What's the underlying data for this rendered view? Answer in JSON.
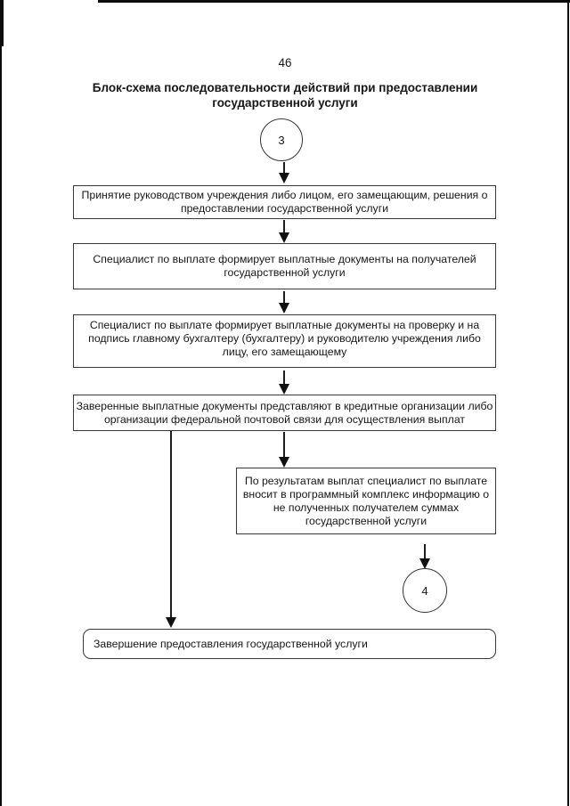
{
  "page": {
    "number": "46",
    "title": {
      "line1": "Блок-схема последовательности действий при предоставлении",
      "line2": "государственной услуги"
    }
  },
  "flow": {
    "start_connector": {
      "label": "3"
    },
    "end_connector": {
      "label": "4"
    },
    "boxes": [
      {
        "lines": [
          "Принятие руководством учреждения либо лицом, его замещающим, решения о",
          "предоставлении государственной услуги"
        ]
      },
      {
        "lines": [
          "Специалист по выплате формирует выплатные документы на получателей",
          "государственной услуги"
        ]
      },
      {
        "lines": [
          "Специалист по выплате формирует выплатные документы на проверку и на",
          "подпись главному бухгалтеру (бухгалтеру) и руководителю учреждения либо",
          "лицу, его замещающему"
        ]
      },
      {
        "lines": [
          "Заверенные выплатные документы представляют в кредитные организации либо",
          "организации федеральной почтовой связи для осуществления выплат"
        ]
      },
      {
        "lines": [
          "По результатам выплат специалист по выплате",
          "вносит в программный комплекс информацию о",
          "не полученных получателем суммах",
          "государственной услуги"
        ]
      }
    ],
    "end_box": {
      "label": "Завершение предоставления государственной услуги"
    }
  },
  "colors": {
    "ink": "#161616",
    "box_border": "#383838",
    "background": "#ffffff"
  }
}
